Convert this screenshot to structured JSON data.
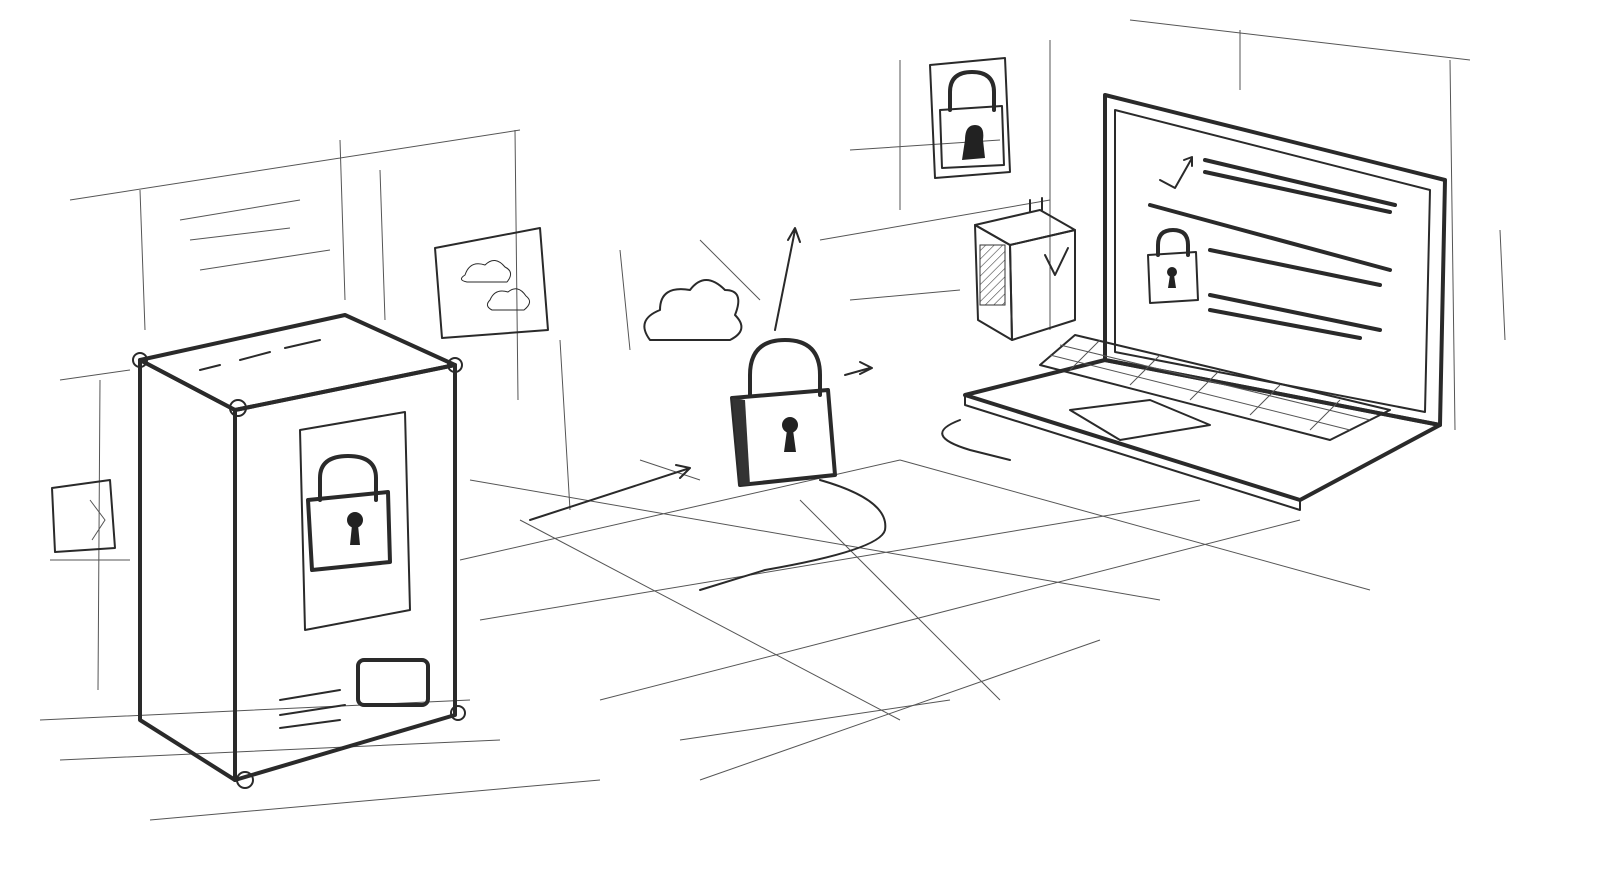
{
  "scene": {
    "style": "pencil sketch",
    "colors": {
      "paper": "#ffffff",
      "ink": "#2a2a2a",
      "hatch": "#555555"
    },
    "objects": [
      "server-cabinet",
      "padlock",
      "cloud",
      "laptop",
      "small-server",
      "lock-frame",
      "cloud-note"
    ]
  }
}
